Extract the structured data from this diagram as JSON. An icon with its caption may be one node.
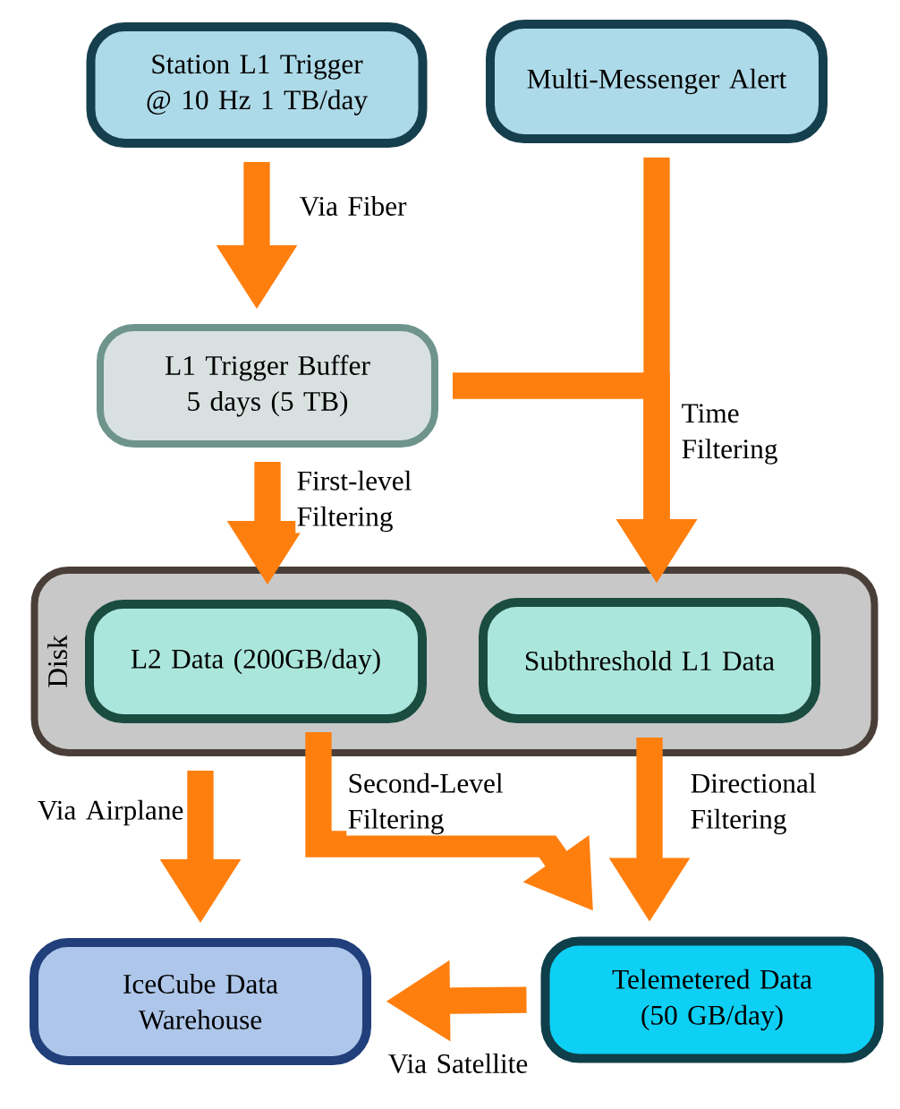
{
  "diagram": {
    "nodes": [
      {
        "text": [
          "Station L1 Trigger @ 10 Hz 1 TB/day"
        ]
      },
      {
        "text": [
          "Multi-Messenger Alert"
        ]
      },
      {
        "text": [
          "L1 Trigger Buffer 5 days (5 TB)"
        ]
      },
      {
        "text": [
          "Disk"
        ]
      },
      {
        "text": [
          "L2 Data (200GB/day)"
        ],
        "in": 3
      },
      {
        "text": [
          "Subthreshold L1 Data"
        ],
        "in": 3
      },
      {
        "text": [
          "IceCube Data Warehouse"
        ]
      },
      {
        "text": [
          "Telemetered Data (50 GB/day)"
        ]
      }
    ],
    "edges": [
      {
        "from": 0,
        "to": 2,
        "arrow": "to",
        "label": "Via Fiber"
      },
      {
        "from": 1,
        "to": 5,
        "arrow": "to",
        "label": "Time Filtering"
      },
      {
        "from": 2,
        "to": 5,
        "arrow": "to"
      },
      {
        "from": 2,
        "to": 4,
        "arrow": "to",
        "label": "First-level Filtering"
      },
      {
        "from": 3,
        "to": 6,
        "arrow": "to",
        "label": "Via Airplane"
      },
      {
        "from": 4,
        "to": 7,
        "arrow": "to",
        "label": "Second-Level Filtering"
      },
      {
        "from": 5,
        "to": 7,
        "arrow": "to",
        "label": "Directional Filtering"
      },
      {
        "from": 7,
        "to": 6,
        "arrow": "to",
        "label": "Via Satellite"
      }
    ]
  }
}
